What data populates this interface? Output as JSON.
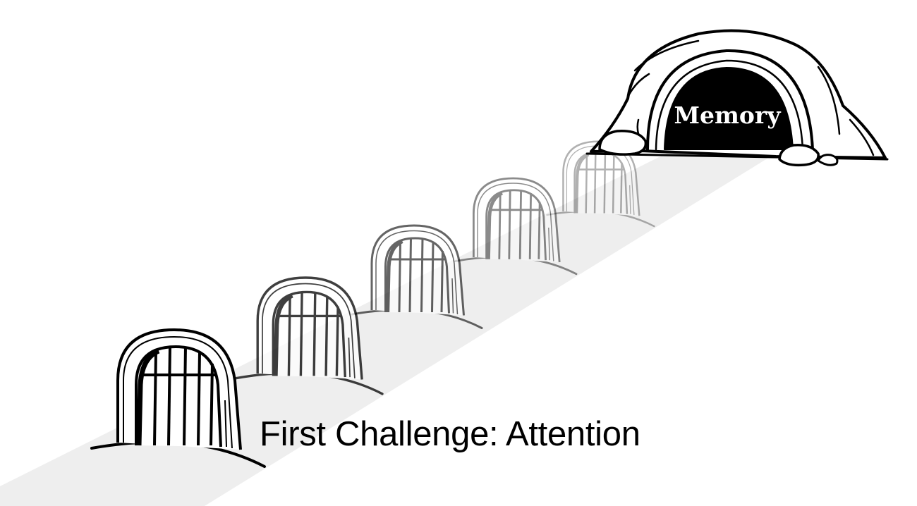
{
  "caption": "First Challenge: Attention",
  "cave": {
    "label": "Memory",
    "icon": "cave-icon"
  },
  "gates": [
    {
      "name": "gate-1",
      "icon": "arched-gate-icon",
      "opacity": 1.0
    },
    {
      "name": "gate-2",
      "icon": "arched-gate-icon",
      "opacity": 0.75
    },
    {
      "name": "gate-3",
      "icon": "arched-gate-icon",
      "opacity": 0.6
    },
    {
      "name": "gate-4",
      "icon": "arched-gate-icon",
      "opacity": 0.45
    },
    {
      "name": "gate-5",
      "icon": "arched-gate-icon",
      "opacity": 0.3
    }
  ],
  "colors": {
    "path": "#eeeeee",
    "ink": "#000000",
    "cave_interior": "#000000",
    "cave_text": "#ffffff"
  }
}
